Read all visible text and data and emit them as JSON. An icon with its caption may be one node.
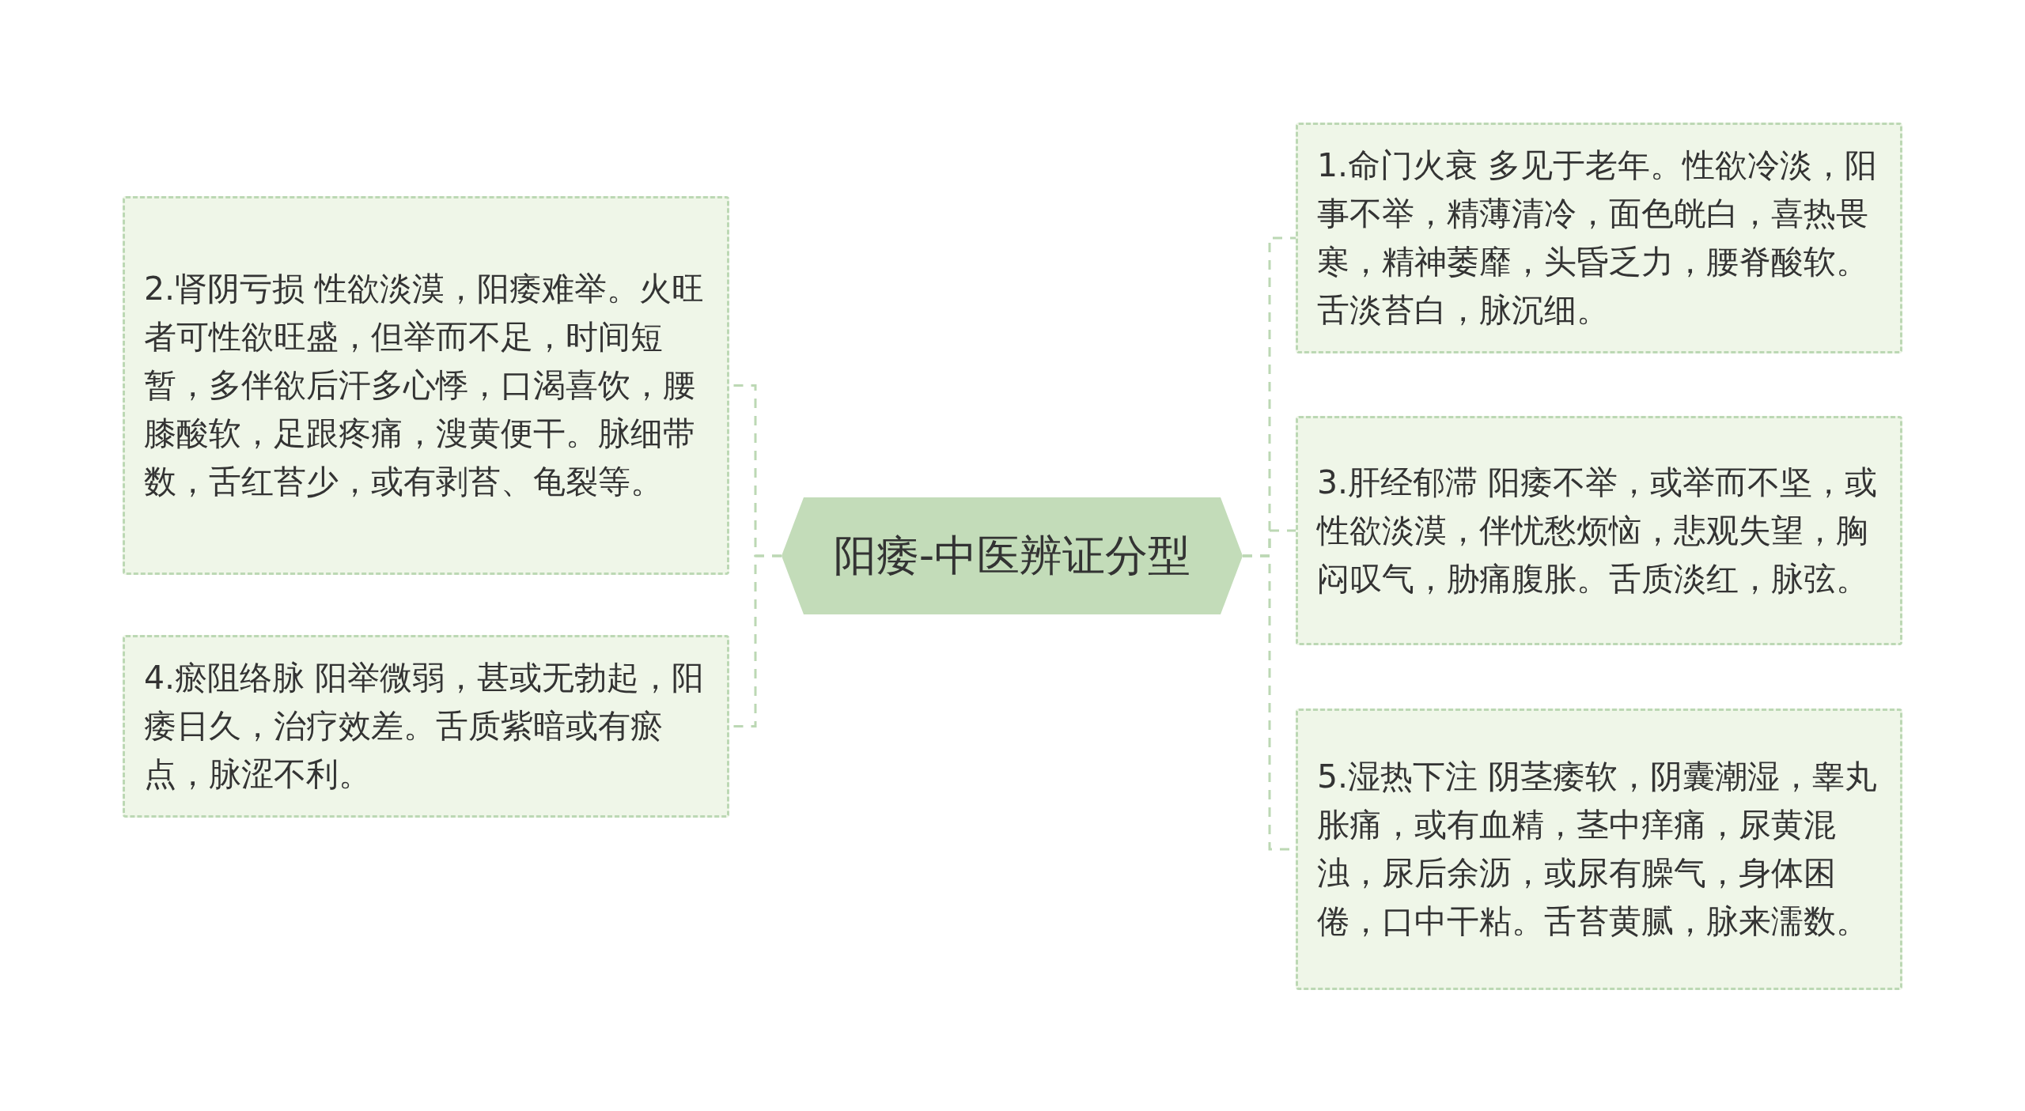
{
  "diagram": {
    "nodes": [
      {
        "text": [
          "阳痿-中医辨证分型"
        ]
      },
      {
        "text": [
          "1.命门火衰 多见于老年。性欲冷淡，阳事不举，精薄清冷，面色㿠白，喜热畏寒，精神萎靡，头昏乏力，腰脊酸软。舌淡苔白，脉沉细。"
        ]
      },
      {
        "text": [
          "2.肾阴亏损 性欲淡漠，阳痿难举。火旺者可性欲旺盛，但举而不足，时间短暂，多伴欲后汗多心悸，口渴喜饮，腰膝酸软，足跟疼痛，溲黄便干。脉细带数，舌红苔少，或有剥苔、龟裂等。"
        ]
      },
      {
        "text": [
          "3.肝经郁滞 阳痿不举，或举而不坚，或性欲淡漠，伴忧愁烦恼，悲观失望，胸闷叹气，胁痛腹胀。舌质淡红，脉弦。"
        ]
      },
      {
        "text": [
          "4.瘀阻络脉 阳举微弱，甚或无勃起，阳痿日久，治疗效差。舌质紫暗或有瘀点，脉涩不利。"
        ]
      },
      {
        "text": [
          "5.湿热下注 阴茎痿软，阴囊潮湿，睾丸胀痛，或有血精，茎中痒痛，尿黄混浊，尿后余沥，或尿有臊气，身体困倦，口中干粘。舌苔黄腻，脉来濡数。"
        ]
      }
    ],
    "edges": [
      {
        "from": 0,
        "to": 1,
        "arrow": "none",
        "style": "dashed"
      },
      {
        "from": 0,
        "to": 2,
        "arrow": "none",
        "style": "dashed"
      },
      {
        "from": 0,
        "to": 3,
        "arrow": "none",
        "style": "dashed"
      },
      {
        "from": 0,
        "to": 4,
        "arrow": "none",
        "style": "dashed"
      },
      {
        "from": 0,
        "to": 5,
        "arrow": "none",
        "style": "dashed"
      }
    ]
  }
}
